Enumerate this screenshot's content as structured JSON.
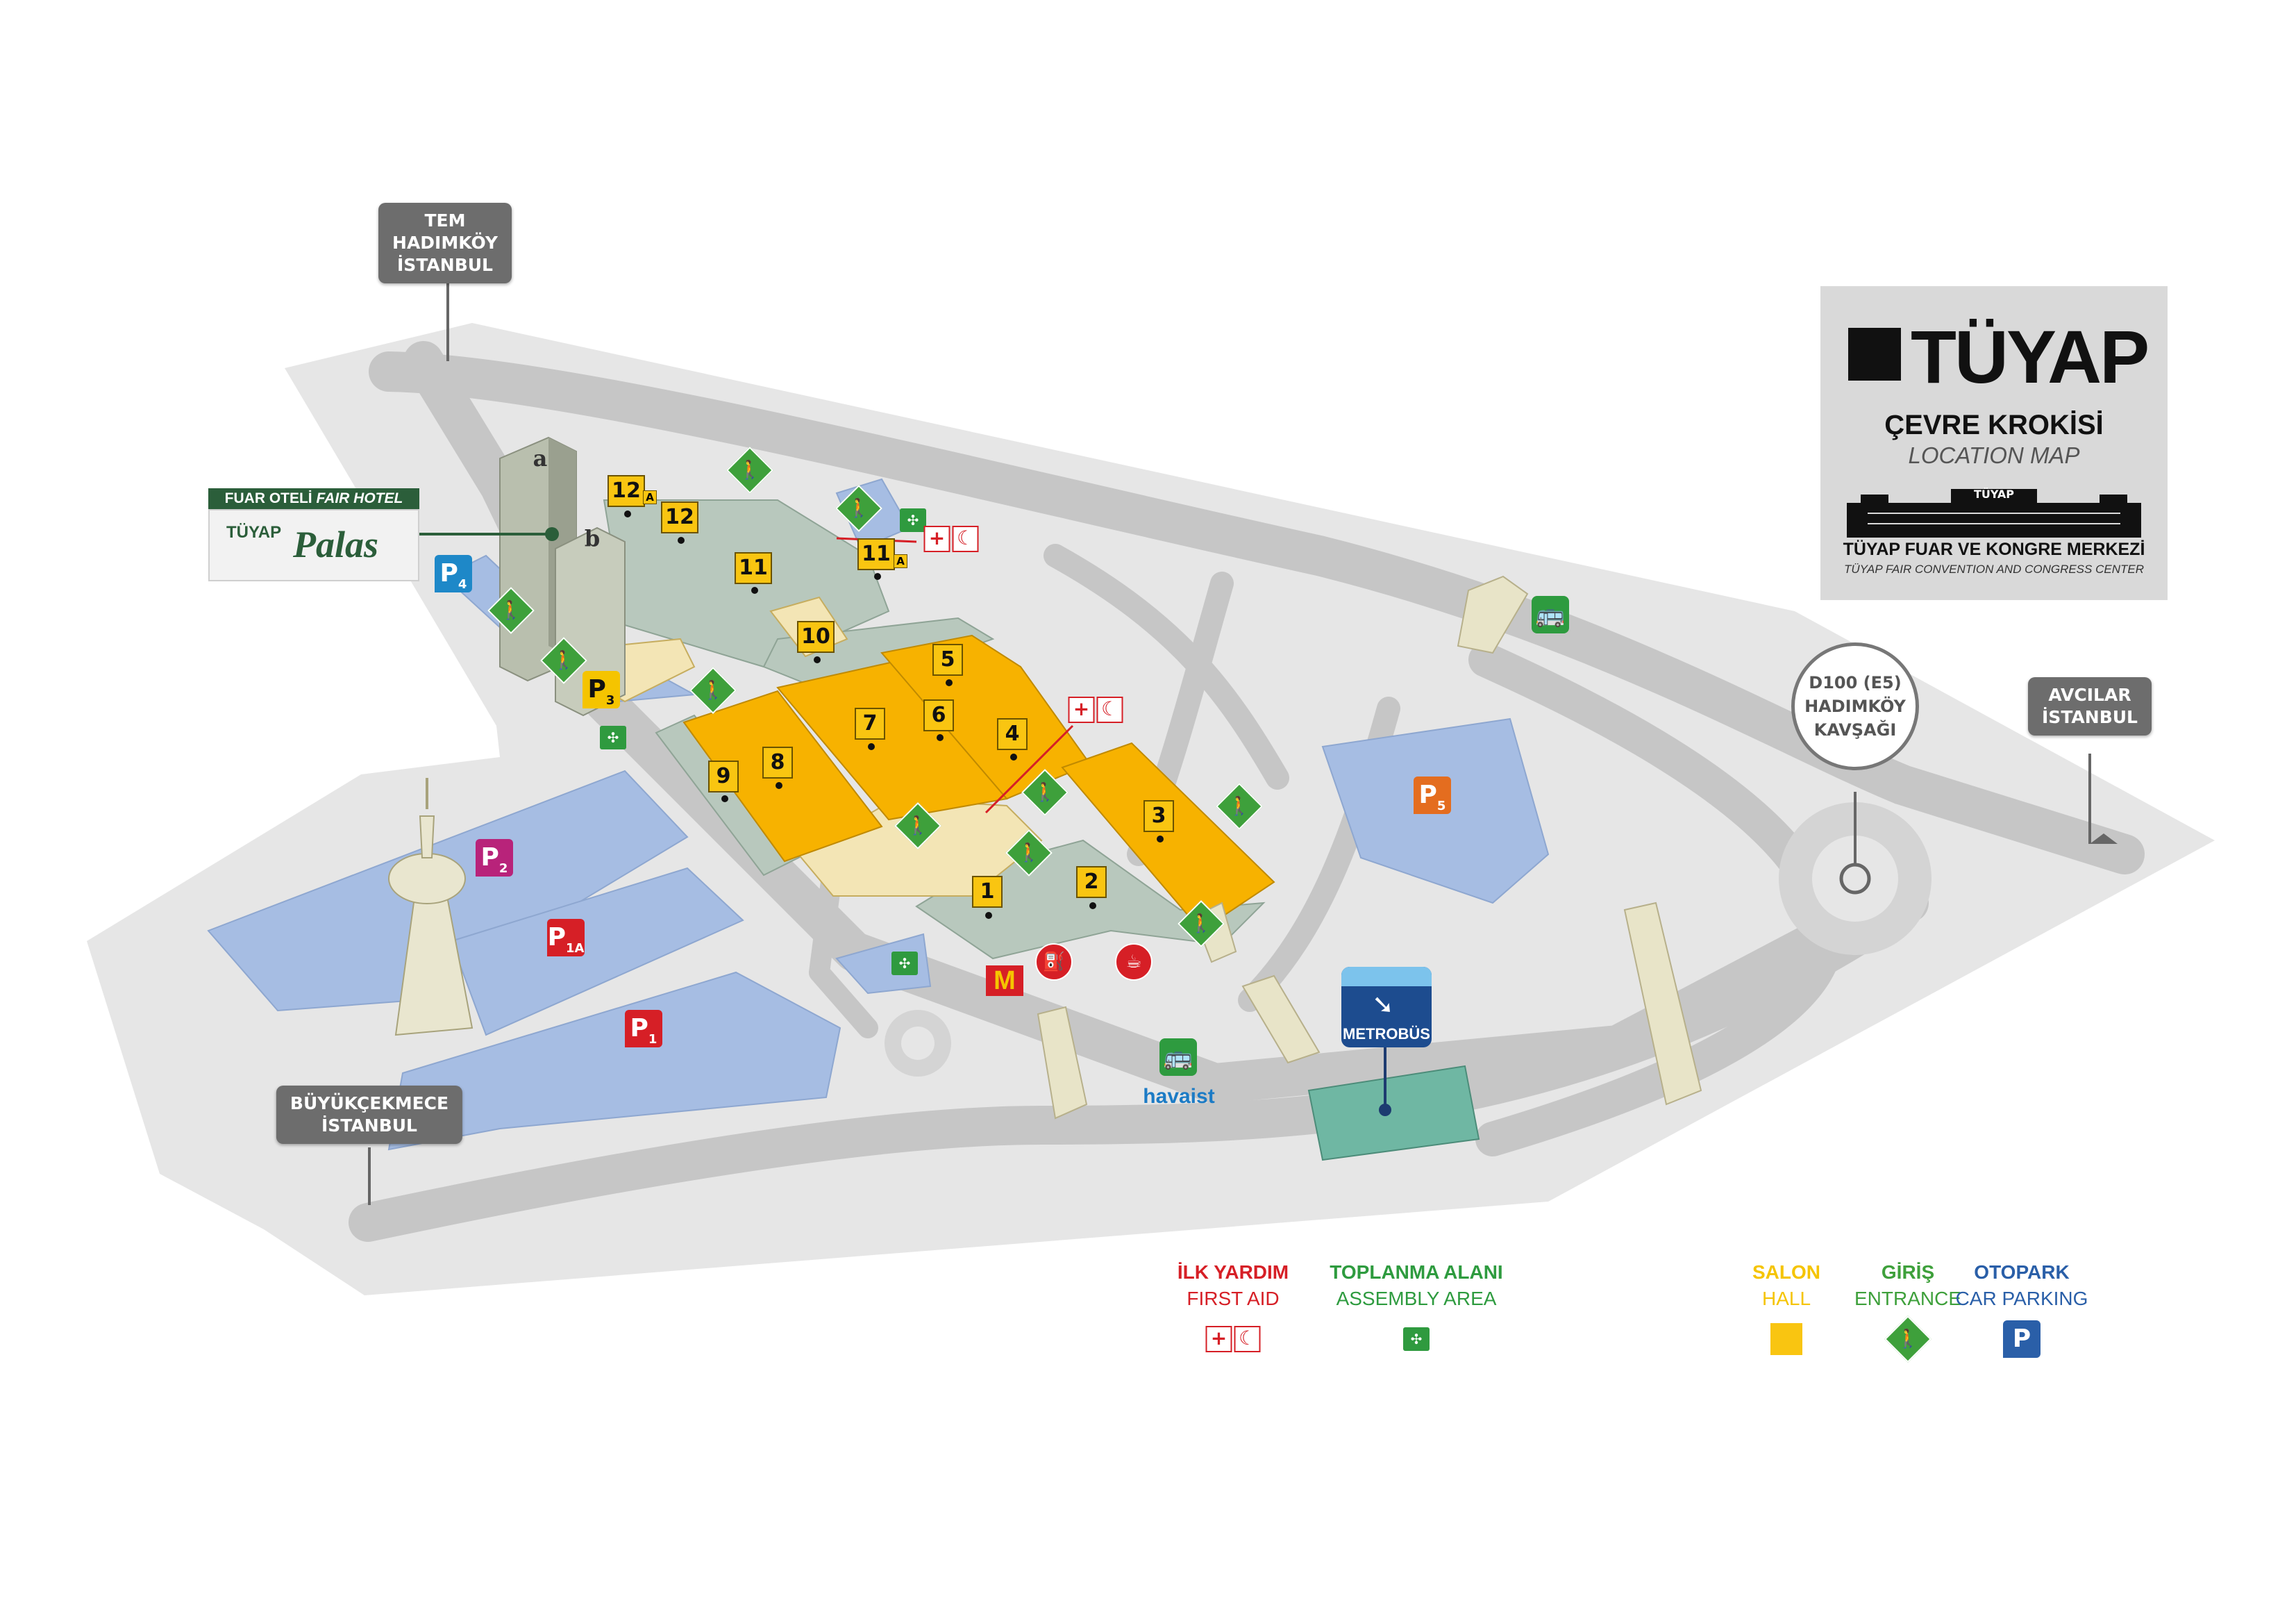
{
  "signs": {
    "tem": [
      "TEM",
      "HADIMKÖY",
      "İSTANBUL"
    ],
    "buyukcekmece": [
      "BÜYÜKÇEKMECE",
      "İSTANBUL"
    ],
    "avcilar": [
      "AVCILAR",
      "İSTANBUL"
    ],
    "d100": [
      "D100 (E5)",
      "HADIMKÖY",
      "KAVŞAĞI"
    ]
  },
  "logo": {
    "brand": "TÜYAP",
    "title": "ÇEVRE KROKİSİ",
    "subtitle": "LOCATION MAP",
    "mini_sign": "TÜYAP",
    "center_tr": "TÜYAP FUAR VE KONGRE MERKEZİ",
    "center_en": "TÜYAP FAIR CONVENTION AND CONGRESS CENTER"
  },
  "hotel": {
    "banner_tr": "FUAR OTELİ",
    "banner_en": "FAIR HOTEL",
    "mini": "TÜYAP",
    "name": "Palas",
    "towers": [
      "a",
      "b"
    ]
  },
  "halls": [
    "1",
    "2",
    "3",
    "4",
    "5",
    "6",
    "7",
    "8",
    "9",
    "10",
    "11",
    "11",
    "12",
    "12"
  ],
  "hall_sub_a": "A",
  "parking": [
    {
      "label": "P",
      "sub": "1",
      "color": "#d61f26"
    },
    {
      "label": "P",
      "sub": "1A",
      "color": "#d61f26"
    },
    {
      "label": "P",
      "sub": "2",
      "color": "#b8237a"
    },
    {
      "label": "P",
      "sub": "3",
      "color": "#f5c400"
    },
    {
      "label": "P",
      "sub": "4",
      "color": "#1e88c8"
    },
    {
      "label": "P",
      "sub": "5",
      "color": "#e46d1f"
    }
  ],
  "transit": {
    "metrobus": "METROBÜS",
    "havaist": "havaist"
  },
  "legend": [
    {
      "title": "İLK YARDIM",
      "sub": "FIRST AID",
      "color": "#d61f26"
    },
    {
      "title": "TOPLANMA ALANI",
      "sub": "ASSEMBLY AREA",
      "color": "#2e9b3f"
    },
    {
      "title": "SALON",
      "sub": "HALL",
      "color": "#f5c400"
    },
    {
      "title": "GİRİŞ",
      "sub": "ENTRANCE",
      "color": "#3ea03b"
    },
    {
      "title": "OTOPARK",
      "sub": "CAR PARKING",
      "color": "#2a5fa8"
    }
  ],
  "icons": {
    "entrance": "pedestrian-icon",
    "assembly": "assembly-area-icon",
    "first_aid": "red-cross-crescent-icon",
    "bus": "bus-icon",
    "fuel": "fuel-pump-icon",
    "cafe": "coffee-cup-icon",
    "restaurant": "fast-food-icon"
  },
  "colors": {
    "ground": "#e4e4e4",
    "road": "#c9c9c9",
    "hall_active": "#f7b200",
    "hall_inactive": "#b8c8bd",
    "parking_area": "#a6bde3",
    "foyer": "#f3e5b5"
  }
}
